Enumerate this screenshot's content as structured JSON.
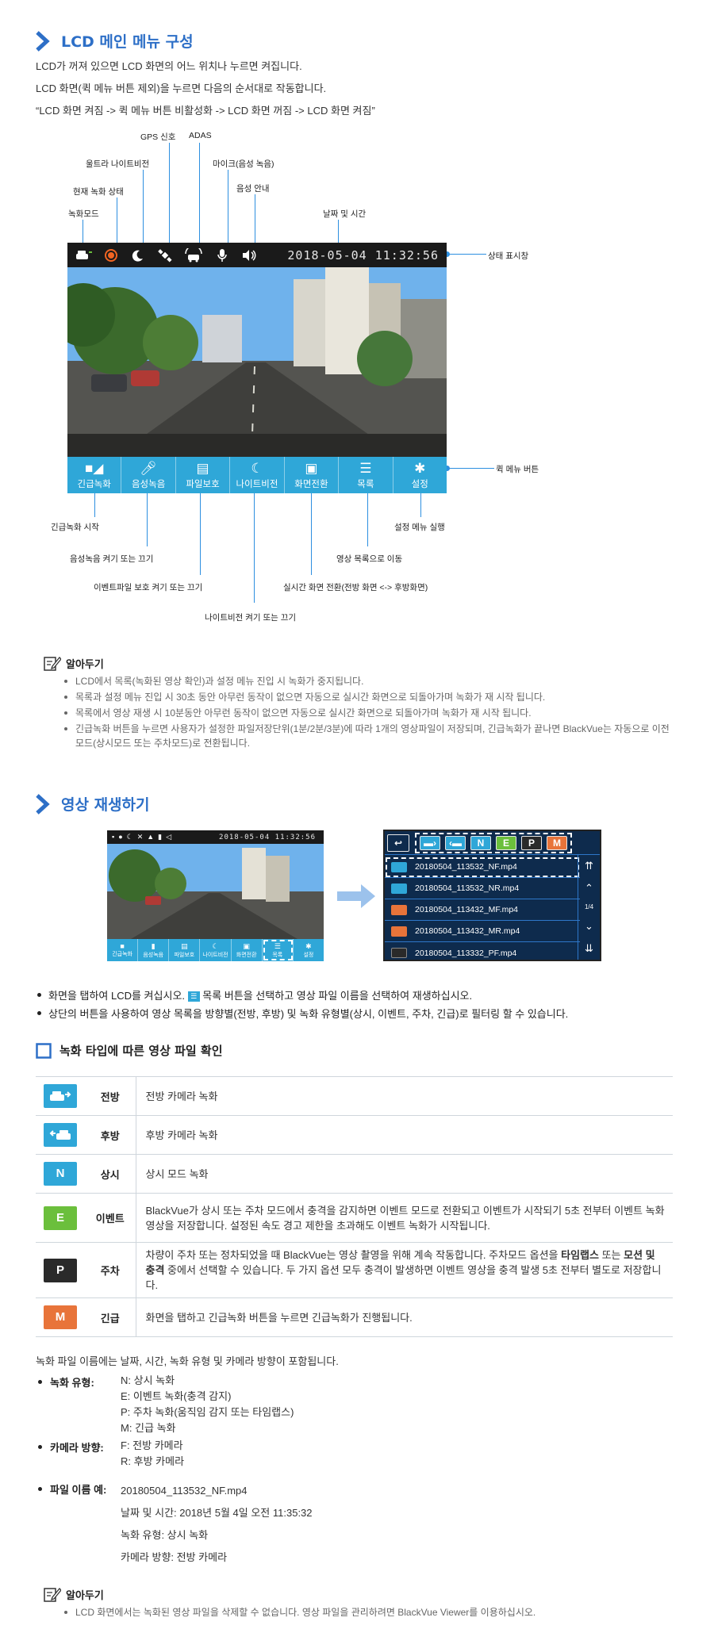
{
  "colors": {
    "accent": "#2d6fc7",
    "quick_bar": "#2fa7d8",
    "callout_line": "#2d8fe0",
    "tag_teal": "#2fa7d8",
    "tag_green": "#6bbf3c",
    "tag_dark": "#2a2a2a",
    "tag_orange": "#e8743a"
  },
  "section1": {
    "title": "LCD 메인 메뉴 구성",
    "intro": [
      "LCD가 꺼져 있으면 LCD 화면의 어느 위치나 누르면 켜집니다.",
      "LCD 화면(퀵 메뉴 버튼 제외)을 누르면 다음의 순서대로 작동합니다.",
      "“LCD 화면 켜짐 -> 퀵 메뉴 버튼 비활성화 -> LCD 화면 꺼짐 -> LCD 화면 켜짐”"
    ],
    "screen": {
      "time": "2018-05-04   11:32:56",
      "status_icons": [
        "car-icon",
        "record-dot-icon",
        "moon-icon",
        "satellite-icon",
        "adas-car-icon",
        "microphone-icon",
        "speaker-icon"
      ],
      "quick_buttons": [
        {
          "label": "긴급녹화",
          "icon": "camera-icon"
        },
        {
          "label": "음성녹음",
          "icon": "microphone-icon"
        },
        {
          "label": "파일보호",
          "icon": "file-protect-icon"
        },
        {
          "label": "나이트비전",
          "icon": "night-vision-icon"
        },
        {
          "label": "화면전환",
          "icon": "screen-switch-icon"
        },
        {
          "label": "목록",
          "icon": "list-icon"
        },
        {
          "label": "설정",
          "icon": "gear-icon"
        }
      ]
    },
    "callouts": {
      "gps": "GPS 신호",
      "adas": "ADAS",
      "ultra_night": "울트라 나이트비전",
      "mic": "마이크(음성 녹음)",
      "rec_state": "현재 녹화 상태",
      "voice": "음성 안내",
      "rec_mode": "녹화모드",
      "datetime": "날짜 및 시간",
      "status_bar": "상태 표시창",
      "quick_menu": "퀵 메뉴 버튼",
      "emergency": "긴급녹화 시작",
      "settings": "설정 메뉴 실행",
      "voice_rec": "음성녹음 켜기 또는 끄기",
      "list": "영상 목록으로 이동",
      "protect": "이벤트파일 보호 켜기 또는 끄기",
      "switch": "실시간 화면 전환(전방 화면 <-> 후방화면)",
      "night": "나이트비전 켜기 또는 끄기"
    },
    "note_title": "알아두기",
    "notes": [
      "LCD에서 목록(녹화된 영상 확인)과 설정 메뉴 진입 시 녹화가 중지됩니다.",
      "목록과 설정 메뉴 진입 시 30초 동안 아무런 동작이 없으면 자동으로 실시간 화면으로 되돌아가며 녹화가 재 시작 됩니다.",
      "목록에서 영상 재생 시 10분동안 아무런 동작이 없으면 자동으로 실시간 화면으로 되돌아가며 녹화가 재 시작 됩니다.",
      "긴급녹화 버튼을 누르면 사용자가 설정한 파일저장단위(1분/2분/3분)에 따라 1개의 영상파일이 저장되며, 긴급녹화가 끝나면 BlackVue는 자동으로 이전모드(상시모드 또는 주차모드)로 전환됩니다."
    ]
  },
  "section2": {
    "title": "영상 재생하기",
    "small_time": "2018-05-04  11:32:56",
    "small_labels": [
      "긴급녹화",
      "음성녹음",
      "파일보호",
      "나이트비전",
      "화면전환",
      "목록",
      "설정"
    ],
    "filter_buttons": [
      "N",
      "E",
      "P",
      "M"
    ],
    "files": [
      "20180504_113532_NF.mp4",
      "20180504_113532_NR.mp4",
      "20180504_113432_MF.mp4",
      "20180504_113432_MR.mp4",
      "20180504_113332_PF.mp4"
    ],
    "page_indicator": "1/4",
    "bullets": [
      {
        "before": "화면을 탭하여 LCD를 켜십시오.",
        "after": " 목록 버튼을 선택하고 영상 파일 이름을 선택하여 재생하십시오."
      },
      {
        "before": "상단의 버튼을 사용하여 영상 목록을 방향별(전방, 후방) 및 녹화 유형별(상시, 이벤트, 주차, 긴급)로 필터링 할 수 있습니다.",
        "after": ""
      }
    ]
  },
  "section3": {
    "title": "녹화 타입에 따른 영상 파일 확인",
    "rows": [
      {
        "tag": "",
        "icon": "front-car-icon",
        "name": "전방",
        "desc": "전방 카메라 녹화"
      },
      {
        "tag": "",
        "icon": "rear-car-icon",
        "name": "후방",
        "desc": "후방 카메라 녹화"
      },
      {
        "tag": "N",
        "name": "상시",
        "desc": "상시 모드 녹화"
      },
      {
        "tag": "E",
        "name": "이벤트",
        "desc": "BlackVue가 상시 또는 주차 모드에서 충격을 감지하면 이벤트 모드로 전환되고 이벤트가 시작되기 5초 전부터 이벤트 녹화 영상을 저장합니다. 설정된 속도 경고 제한을 초과해도 이벤트 녹화가 시작됩니다."
      },
      {
        "tag": "P",
        "name": "주차",
        "desc_parts": [
          "차량이 주차 또는 정차되었을 때 BlackVue는 영상 촬영을 위해 계속 작동합니다. 주차모드 옵션을 ",
          "타임랩스",
          " 또는 ",
          "모션 및 충격",
          " 중에서 선택할 수 있습니다. 두 가지 옵션 모두 충격이 발생하면 이벤트 영상을 충격 발생 5초 전부터 별도로 저장합니다."
        ]
      },
      {
        "tag": "M",
        "name": "긴급",
        "desc": "화면을 탭하고 긴급녹화 버튼을 누르면 긴급녹화가 진행됩니다."
      }
    ]
  },
  "filename": {
    "intro": "녹화 파일 이름에는 날짜, 시간, 녹화 유형 및 카메라 방향이 포함됩니다.",
    "type_key": "녹화 유형:",
    "types": [
      "N: 상시 녹화",
      "E: 이벤트 녹화(충격 감지)",
      "P: 주차 녹화(움직임 감지 또는 타임랩스)",
      "M: 긴급 녹화"
    ],
    "dir_key": "카메라 방향:",
    "dirs": [
      "F: 전방 카메라",
      "R: 후방 카메라"
    ],
    "example_key": "파일 이름 예:",
    "example": [
      "20180504_113532_NF.mp4",
      "날짜 및 시간: 2018년 5월 4일 오전 11:35:32",
      "녹화 유형: 상시 녹화",
      "카메라 방향: 전방 카메라"
    ]
  },
  "final_note": {
    "title": "알아두기",
    "text": "LCD 화면에서는 녹화된 영상 파일을 삭제할 수 없습니다. 영상 파일을 관리하려면 BlackVue Viewer를 이용하십시오."
  }
}
